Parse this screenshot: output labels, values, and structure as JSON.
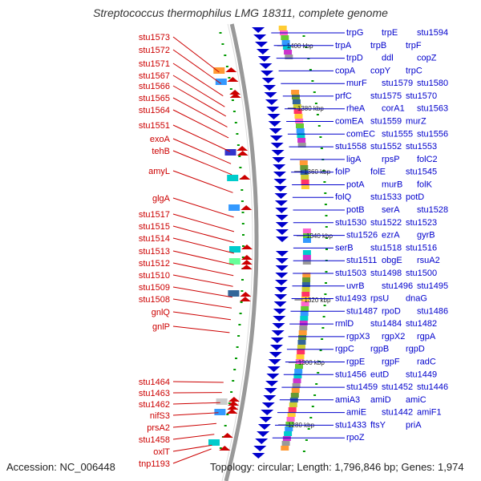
{
  "title": "Streptococcus thermophilus LMG 18311, complete genome",
  "footer": {
    "accession": "Accession: NC_006448",
    "summary": "Topology: circular; Length: 1,796,846 bp; Genes: 1,974"
  },
  "colors": {
    "reverse_strand": "#cc0000",
    "forward_strand": "#0000cc",
    "backbone": "#999999",
    "tick": "#009900"
  },
  "kbp_markers": [
    "1400 kbp",
    "1380 kbp",
    "1360 kbp",
    "1340 kbp",
    "1320 kbp",
    "1300 kbp",
    "1280 kbp"
  ],
  "left_labels": [
    "stu1573",
    "stu1572",
    "stu1571",
    "stu1567",
    "stu1566",
    "stu1565",
    "stu1564",
    "stu1551",
    "exoA",
    "tehB",
    "amyL",
    "glgA",
    "stu1517",
    "stu1515",
    "stu1514",
    "stu1513",
    "stu1512",
    "stu1510",
    "stu1509",
    "stu1508",
    "gnlQ",
    "gnlP",
    "stu1464",
    "stu1463",
    "stu1462",
    "nifS3",
    "prsA2",
    "stu1458",
    "oxlT",
    "tnp1193"
  ],
  "right_labels": [
    "trpG",
    "trpE",
    "stu1594",
    "trpA",
    "trpB",
    "trpF",
    "trpD",
    "ddl",
    "copZ",
    "copA",
    "copY",
    "trpC",
    "murF",
    "stu1579",
    "stu1580",
    "prfC",
    "stu1575",
    "stu1570",
    "rheA",
    "corA1",
    "stu1563",
    "comEA",
    "stu1559",
    "murZ",
    "comEC",
    "stu1555",
    "stu1556",
    "stu1558",
    "stu1552",
    "stu1553",
    "ligA",
    "rpsP",
    "folC2",
    "folP",
    "folE",
    "stu1545",
    "potA",
    "murB",
    "folK",
    "folQ",
    "stu1533",
    "potD",
    "potB",
    "serA",
    "stu1528",
    "stu1530",
    "stu1522",
    "stu1523",
    "stu1526",
    "ezrA",
    "gyrB",
    "serB",
    "stu1518",
    "stu1516",
    "stu1511",
    "obgE",
    "rsuA2",
    "stu1503",
    "stu1498",
    "stu1500",
    "uvrB",
    "stu1496",
    "stu1495",
    "stu1493",
    "rpsU",
    "dnaG",
    "stu1487",
    "rpoD",
    "stu1486",
    "rmlD",
    "stu1484",
    "stu1482",
    "rgpX3",
    "rgpX2",
    "rgpA",
    "rgpC",
    "rgpB",
    "rgpD",
    "rgpE",
    "rgpF",
    "radC",
    "stu1456",
    "eutD",
    "stu1449",
    "stu1459",
    "stu1452",
    "stu1446",
    "amiA3",
    "amiD",
    "amiC",
    "amiE",
    "stu1442",
    "amiF1",
    "stu1433",
    "ftsY",
    "priA",
    "rpoZ"
  ]
}
